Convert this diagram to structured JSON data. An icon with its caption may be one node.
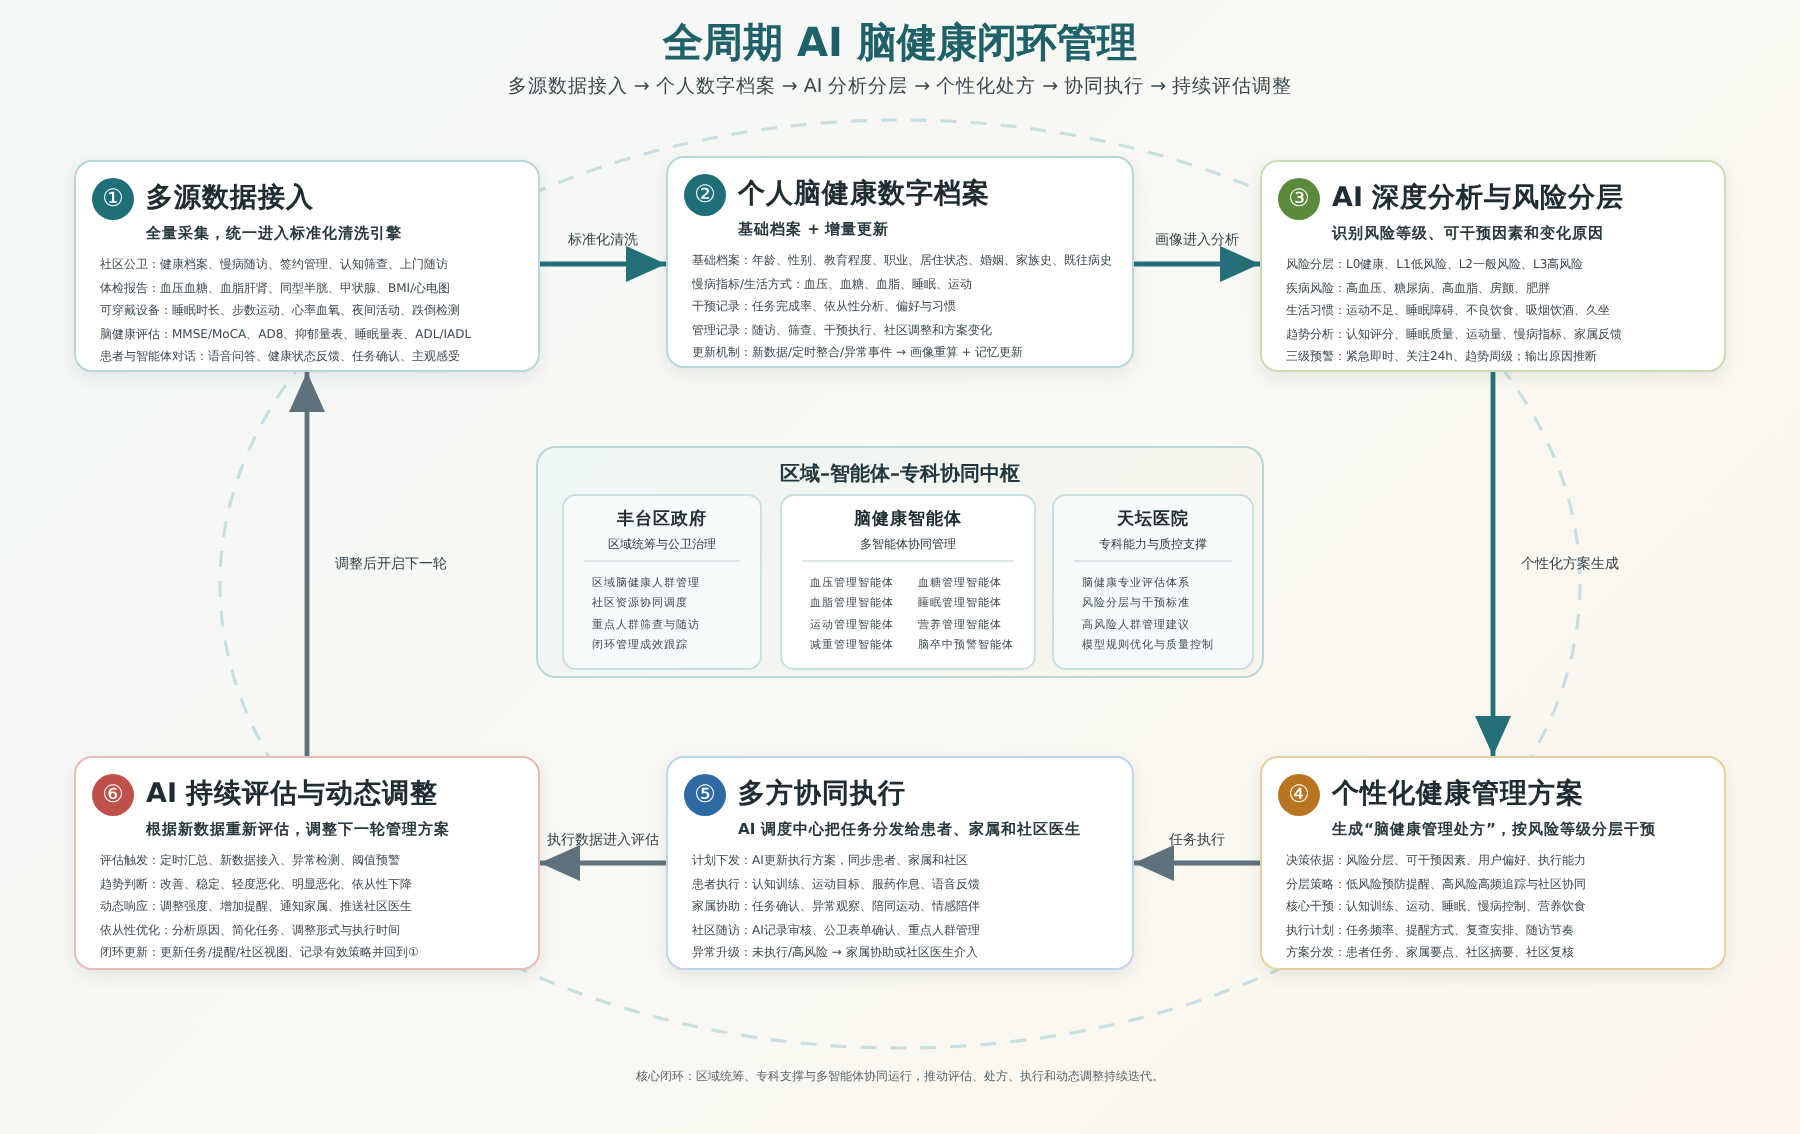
{
  "diagram": {
    "title": "全周期 AI 脑健康闭环管理",
    "caption": "核心闭环：区域统筹、专科支撑与多智能体协同运行，推动评估、处方、执行和动态调整持续迭代。",
    "labels": [
      "多源数据接入 → 个人数字档案 → AI 分析分层 → 个性化处方 → 协同执行 → 持续评估调整"
    ],
    "nodes": [
      {
        "text": [
          "①",
          "多源数据接入",
          "全量采集，统一进入标准化清洗引擎",
          "社区公卫：健康档案、慢病随访、签约管理、认知筛查、上门随访",
          "体检报告：血压血糖、血脂肝肾、同型半胱、甲状腺、BMI/心电图",
          "可穿戴设备：睡眠时长、步数运动、心率血氧、夜间活动、跌倒检测",
          "脑健康评估：MMSE/MoCA、AD8、抑郁量表、睡眠量表、ADL/IADL",
          "患者与智能体对话：语音问答、健康状态反馈、任务确认、主观感受"
        ]
      },
      {
        "text": [
          "②",
          "个人脑健康数字档案",
          "基础档案 + 增量更新",
          "基础档案：年龄、性别、教育程度、职业、居住状态、婚姻、家族史、既往病史",
          "慢病指标/生活方式：血压、血糖、血脂、睡眠、运动",
          "干预记录：任务完成率、依从性分析、偏好与习惯",
          "管理记录：随访、筛查、干预执行、社区调整和方案变化",
          "更新机制：新数据/定时整合/异常事件 → 画像重算 + 记忆更新"
        ]
      },
      {
        "text": [
          "③",
          "AI 深度分析与风险分层",
          "识别风险等级、可干预因素和变化原因",
          "风险分层：L0健康、L1低风险、L2一般风险、L3高风险",
          "疾病风险：高血压、糖尿病、高血脂、房颤、肥胖",
          "生活习惯：运动不足、睡眠障碍、不良饮食、吸烟饮酒、久坐",
          "趋势分析：认知评分、睡眠质量、运动量、慢病指标、家属反馈",
          "三级预警：紧急即时、关注24h、趋势周级；输出原因推断"
        ]
      },
      {
        "text": [
          "区域–智能体–专科协同中枢"
        ]
      },
      {
        "text": [
          "丰台区政府",
          "区域统筹与公卫治理",
          "区域脑健康人群管理",
          "社区资源协同调度",
          "重点人群筛查与随访",
          "闭环管理成效跟踪"
        ],
        "in": 3
      },
      {
        "text": [
          "脑健康智能体",
          "多智能体协同管理",
          "血压管理智能体",
          "血糖管理智能体",
          "血脂管理智能体",
          "睡眠管理智能体",
          "运动管理智能体",
          "营养管理智能体",
          "减重管理智能体",
          "脑卒中预警智能体"
        ],
        "in": 3
      },
      {
        "text": [
          "天坛医院",
          "专科能力与质控支撑",
          "脑健康专业评估体系",
          "风险分层与干预标准",
          "高风险人群管理建议",
          "模型规则优化与质量控制"
        ],
        "in": 3
      },
      {
        "text": [
          "⑥",
          "AI 持续评估与动态调整",
          "根据新数据重新评估，调整下一轮管理方案",
          "评估触发：定时汇总、新数据接入、异常检测、阈值预警",
          "趋势判断：改善、稳定、轻度恶化、明显恶化、依从性下降",
          "动态响应：调整强度、增加提醒、通知家属、推送社区医生",
          "依从性优化：分析原因、简化任务、调整形式与执行时间",
          "闭环更新：更新任务/提醒/社区视图、记录有效策略并回到①"
        ]
      },
      {
        "text": [
          "⑤",
          "多方协同执行",
          "AI 调度中心把任务分发给患者、家属和社区医生",
          "计划下发：AI更新执行方案，同步患者、家属和社区",
          "患者执行：认知训练、运动目标、服药作息、语音反馈",
          "家属协助：任务确认、异常观察、陪同运动、情感陪伴",
          "社区随访：AI记录审核、公卫表单确认、重点人群管理",
          "异常升级：未执行/高风险 → 家属协助或社区医生介入"
        ]
      },
      {
        "text": [
          "④",
          "个性化健康管理方案",
          "生成“脑健康管理处方”，按风险等级分层干预",
          "决策依据：风险分层、可干预因素、用户偏好、执行能力",
          "分层策略：低风险预防提醒、高风险高频追踪与社区协同",
          "核心干预：认知训练、运动、睡眠、慢病控制、营养饮食",
          "执行计划：任务频率、提醒方式、复查安排、随访节奏",
          "方案分发：患者任务、家属要点、社区摘要、社区复核"
        ]
      }
    ],
    "edges": [
      {
        "from": 0,
        "to": 1,
        "arrow": "to",
        "label": "标准化清洗"
      },
      {
        "from": 1,
        "to": 2,
        "arrow": "to",
        "label": "画像进入分析"
      },
      {
        "from": 2,
        "to": 9,
        "arrow": "to",
        "label": "个性化方案生成"
      },
      {
        "from": 9,
        "to": 8,
        "arrow": "to",
        "label": "任务执行",
        "color": "#5e717c"
      },
      {
        "from": 8,
        "to": 7,
        "arrow": "to",
        "label": "执行数据进入评估",
        "color": "#5e717c"
      },
      {
        "from": 7,
        "to": 0,
        "arrow": "to",
        "label": "调整后开启下一轮",
        "color": "#5e717c"
      }
    ]
  }
}
